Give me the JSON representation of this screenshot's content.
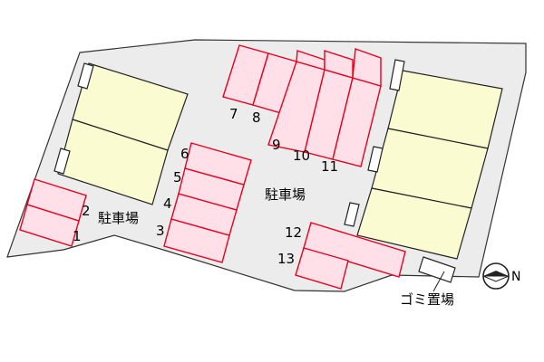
{
  "parking_numbers": [
    "1",
    "2",
    "3",
    "4",
    "5",
    "6",
    "7",
    "8",
    "9",
    "10",
    "11",
    "12",
    "13"
  ],
  "area_labels": {
    "parking_west": "駐車場",
    "parking_center": "駐車場",
    "garbage": "ゴミ置場"
  },
  "compass": {
    "letter": "N",
    "icon": "north-arrow-icon"
  },
  "colors": {
    "site": "#ececec",
    "building": "#fbfbd2",
    "space_fill": "#ffe0e8",
    "space_stroke": "#e8001e"
  }
}
